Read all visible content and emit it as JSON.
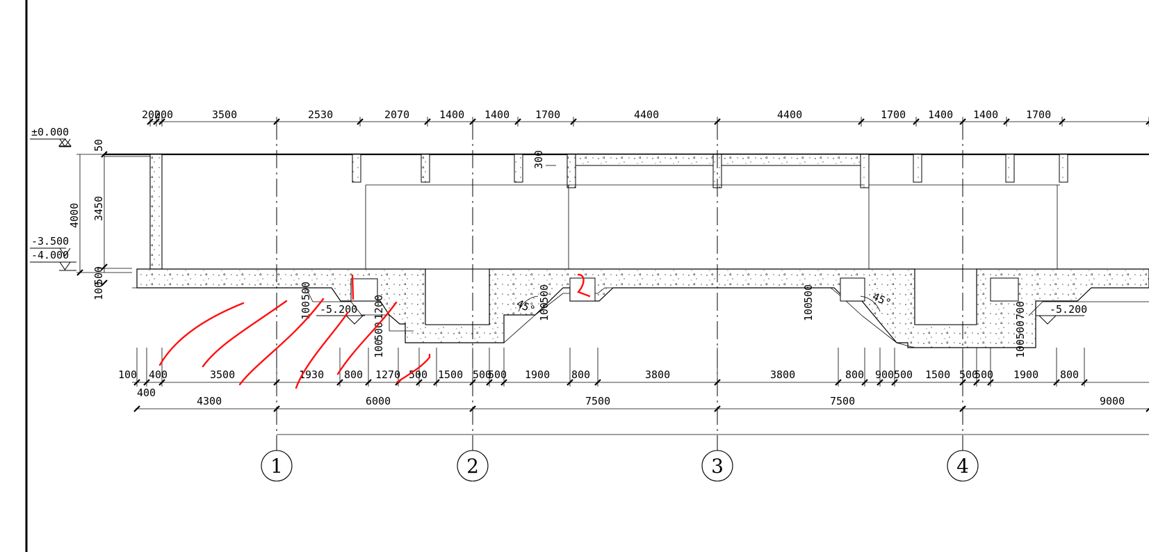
{
  "levels": {
    "l0": "±0.000",
    "l1": "-3.500",
    "l2": "-4.000",
    "pit": "-5.200"
  },
  "left_dims": {
    "d4000": "4000",
    "d3450": "3450",
    "d50": "50",
    "d500": "500",
    "d100": "100"
  },
  "top_dims": [
    "200",
    "200",
    "3500",
    "2530",
    "2070",
    "1400",
    "1400",
    "1700",
    "4400",
    "4400",
    "1700",
    "1400",
    "1400",
    "1700"
  ],
  "beam_dim": "300",
  "slab_dims": [
    "100",
    "500",
    "1200",
    "100",
    "500",
    "100",
    "500",
    "100",
    "500",
    "700",
    "500",
    "100"
  ],
  "angle_label": "45°",
  "bottom_dims_1": [
    "100",
    "400",
    "3500",
    "1930",
    "800",
    "1270",
    "500",
    "1500",
    "500",
    "500",
    "1900",
    "800",
    "3800",
    "3800",
    "800",
    "900",
    "500",
    "1500",
    "500",
    "500",
    "1900",
    "800"
  ],
  "bottom_dims_small": "400",
  "bottom_dims_2": [
    "4300",
    "6000",
    "7500",
    "7500",
    "9000"
  ],
  "axes": [
    "1",
    "2",
    "3",
    "4"
  ],
  "colors": {
    "line": "#000000",
    "markup": "#ff1010",
    "background": "#ffffff"
  }
}
